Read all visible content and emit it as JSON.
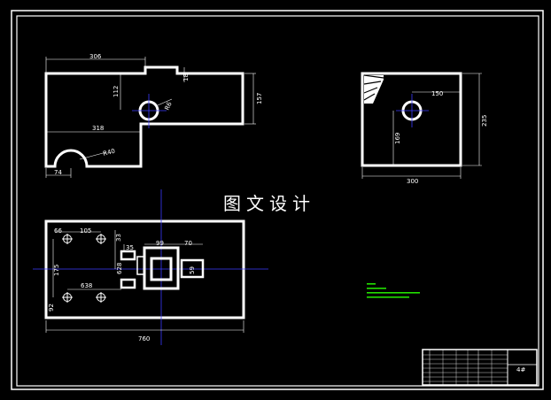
{
  "watermark": "图文设计",
  "top_view": {
    "dims": [
      "306",
      "112",
      "18",
      "157",
      "318",
      "R40",
      "74",
      "R6"
    ]
  },
  "side_view": {
    "dims": [
      "150",
      "235",
      "169",
      "300"
    ]
  },
  "bottom_view": {
    "dims": [
      "66",
      "105",
      "33",
      "35",
      "99",
      "70",
      "175",
      "628",
      "59",
      "638",
      "92",
      "760"
    ]
  },
  "title_block": {
    "name": "4#"
  },
  "colors": {
    "outline": "#ffffff",
    "centerline": "#3a3aff",
    "notes": "#22e000"
  }
}
